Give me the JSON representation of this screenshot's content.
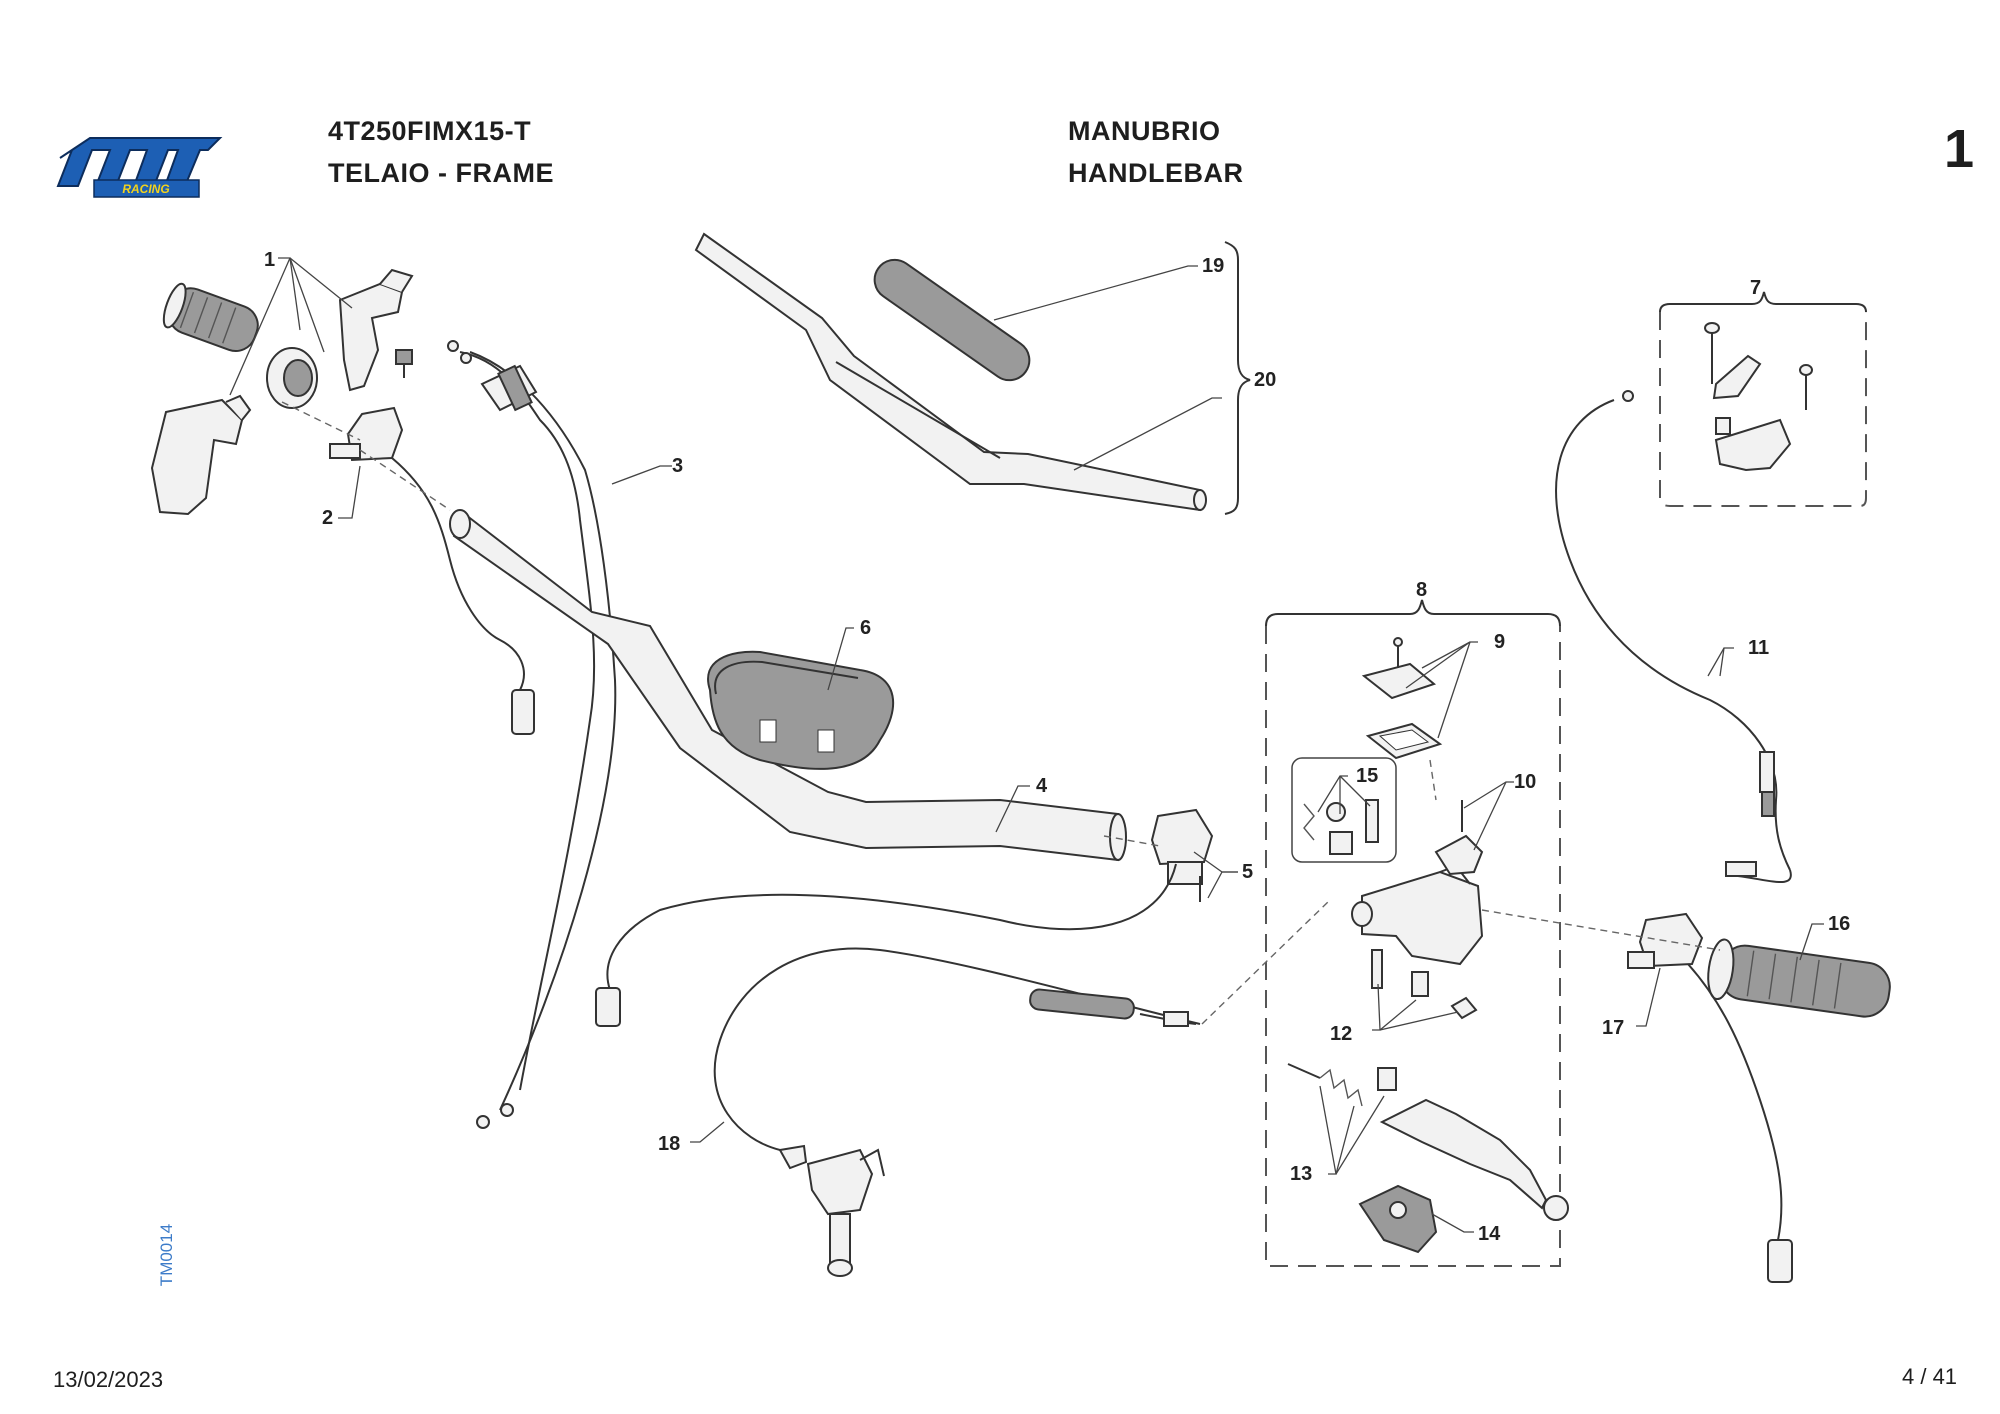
{
  "header": {
    "model": "4T250FIMX15-T",
    "section_it_en": "TELAIO - FRAME",
    "group_it": "MANUBRIO",
    "group_en": "HANDLEBAR",
    "table_number": "1"
  },
  "logo": {
    "brand": "tm",
    "sub": "RACING",
    "colors": {
      "primary": "#1d5fb4",
      "accent": "#f2d21c"
    }
  },
  "drawing_code": "TM0014",
  "footer": {
    "date": "13/02/2023",
    "page": "4 / 41"
  },
  "callouts": [
    "1",
    "2",
    "3",
    "4",
    "5",
    "6",
    "7",
    "8",
    "9",
    "10",
    "11",
    "12",
    "13",
    "14",
    "15",
    "16",
    "17",
    "18",
    "19",
    "20"
  ]
}
